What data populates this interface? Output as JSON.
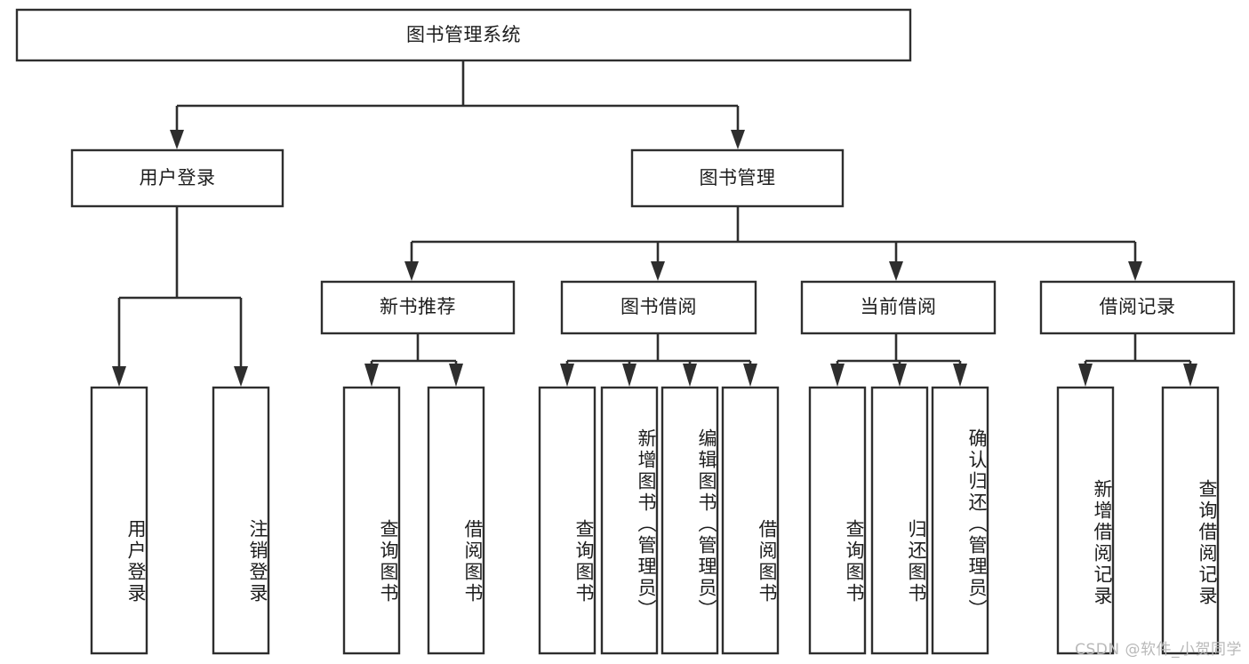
{
  "diagram": {
    "type": "hierarchy-tree",
    "title": "图书管理系统",
    "watermark": "CSDN @软件_小贺同学",
    "colors": {
      "box_stroke": "#2e2e2e",
      "box_fill": "#ffffff",
      "connector": "#2e2e2e",
      "text": "#1d1d1d",
      "watermark": "#b9b9b9"
    },
    "levels": {
      "root": {
        "label": "图书管理系统"
      },
      "level2": [
        {
          "id": "user-login",
          "label": "用户登录"
        },
        {
          "id": "book-manage",
          "label": "图书管理"
        }
      ],
      "level3": [
        {
          "id": "new-book-rec",
          "label": "新书推荐",
          "parent": "book-manage"
        },
        {
          "id": "book-borrow",
          "label": "图书借阅",
          "parent": "book-manage"
        },
        {
          "id": "current-borrow",
          "label": "当前借阅",
          "parent": "book-manage"
        },
        {
          "id": "borrow-record",
          "label": "借阅记录",
          "parent": "book-manage"
        }
      ],
      "leaves": [
        {
          "id": "leaf-user-login",
          "label": "用户登录",
          "parent": "user-login"
        },
        {
          "id": "leaf-logout",
          "label": "注销登录",
          "parent": "user-login"
        },
        {
          "id": "leaf-query-book-1",
          "label": "查询图书",
          "parent": "new-book-rec"
        },
        {
          "id": "leaf-borrow-book-1",
          "label": "借阅图书",
          "parent": "new-book-rec"
        },
        {
          "id": "leaf-query-book-2",
          "label": "查询图书",
          "parent": "book-borrow"
        },
        {
          "id": "leaf-add-book",
          "label": "新增图书（管理员）",
          "parent": "book-borrow"
        },
        {
          "id": "leaf-edit-book",
          "label": "编辑图书（管理员）",
          "parent": "book-borrow"
        },
        {
          "id": "leaf-borrow-book-2",
          "label": "借阅图书",
          "parent": "book-borrow"
        },
        {
          "id": "leaf-query-book-3",
          "label": "查询图书",
          "parent": "current-borrow"
        },
        {
          "id": "leaf-return-book",
          "label": "归还图书",
          "parent": "current-borrow"
        },
        {
          "id": "leaf-confirm-return",
          "label": "确认归还（管理员）",
          "parent": "current-borrow"
        },
        {
          "id": "leaf-add-record",
          "label": "新增借阅记录",
          "parent": "borrow-record"
        },
        {
          "id": "leaf-query-record",
          "label": "查询借阅记录",
          "parent": "borrow-record"
        }
      ]
    }
  }
}
